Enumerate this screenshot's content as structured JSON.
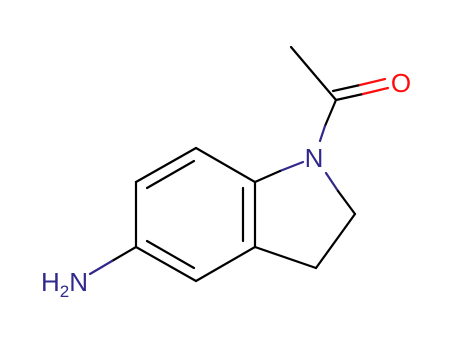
{
  "molecule": {
    "atoms": {
      "oxygen": {
        "symbol": "O",
        "color": "#ff0d0d"
      },
      "nitrogen_ring": {
        "symbol": "N",
        "color": "#30288c"
      },
      "amine": {
        "symbol": "H",
        "subscript": "2",
        "suffix": "N",
        "color": "#30288c"
      }
    },
    "bond_color": "#000000",
    "background": "#ffffff"
  }
}
